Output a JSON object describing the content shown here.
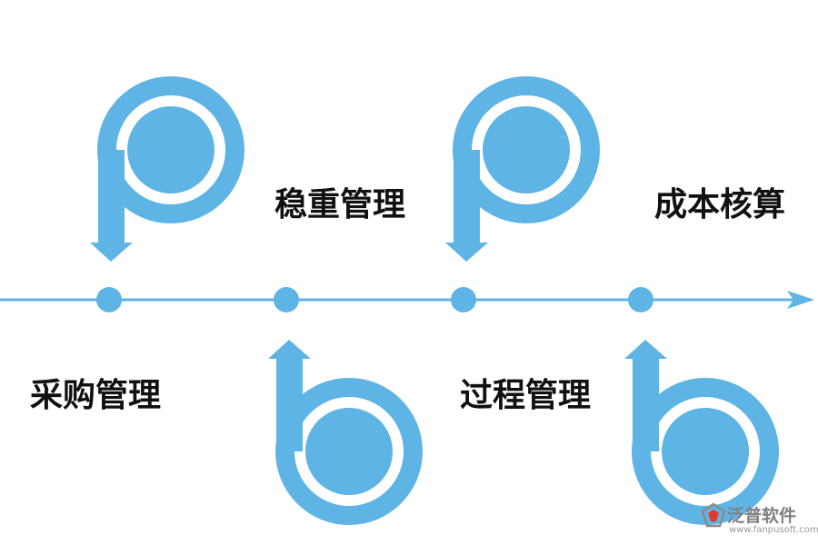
{
  "diagram": {
    "title": "",
    "accent_color": "#5eb4e4",
    "steps": [
      {
        "label": "采购管理",
        "position": "below",
        "symbol": "p-arrow-down-icon"
      },
      {
        "label": "稳重管理",
        "position": "above",
        "symbol": "b-arrow-up-icon"
      },
      {
        "label": "过程管理",
        "position": "below",
        "symbol": "p-arrow-down-icon"
      },
      {
        "label": "成本核算",
        "position": "above",
        "symbol": "b-arrow-up-icon"
      }
    ]
  },
  "watermark": {
    "name": "泛普软件",
    "url": "www.fanpusoft.com",
    "logo_icon": "fanpu-logo-icon"
  }
}
